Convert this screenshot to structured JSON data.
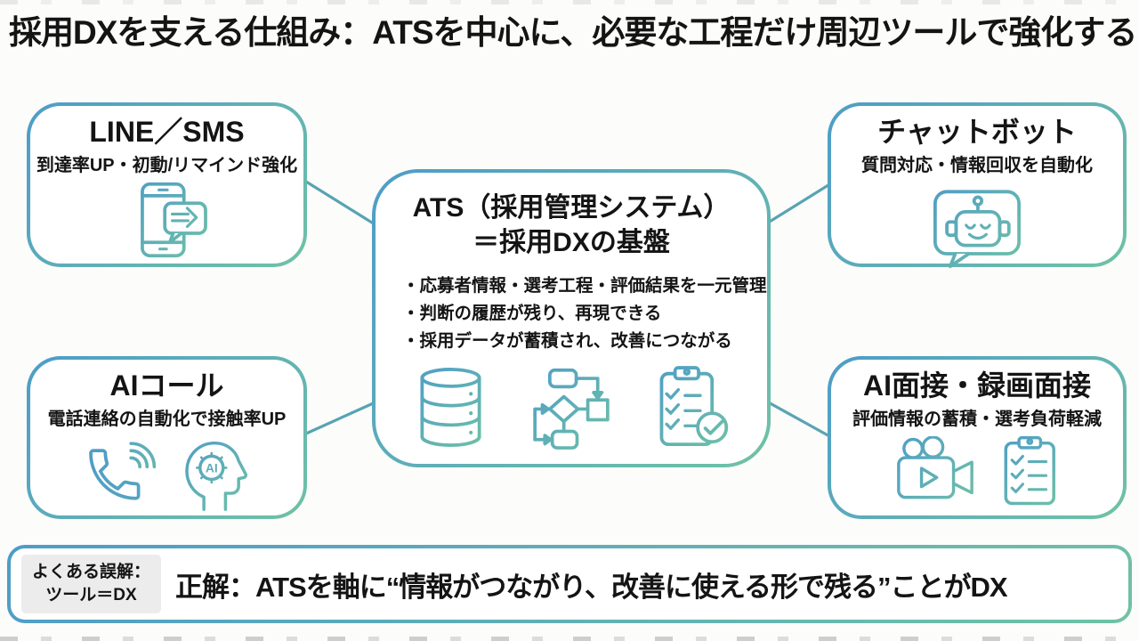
{
  "title": "採用DXを支える仕組み：ATSを中心に、必要な工程だけ周辺ツールで強化する",
  "colors": {
    "accent_blue": "#4E9CC8",
    "accent_green": "#6FC2A5",
    "connector": "#58A3B4",
    "text_black": "#141414",
    "misconception_bg": "#ECECEC",
    "background": "#FCFCFA"
  },
  "cards": {
    "line_sms": {
      "title": "LINE／SMS",
      "subtitle": "到達率UP・初動/リマインド強化",
      "icon": "smartphone-message-icon"
    },
    "chatbot": {
      "title": "チャットボット",
      "subtitle": "質問対応・情報回収を自動化",
      "icon": "chatbot-icon"
    },
    "ai_call": {
      "title": "AIコール",
      "subtitle": "電話連絡の自動化で接触率UP",
      "icons": [
        "phone-call-icon",
        "ai-head-icon"
      ],
      "ai_label": "AI"
    },
    "ai_interview": {
      "title": "AI面接・録画面接",
      "subtitle": "評価情報の蓄積・選考負荷軽減",
      "icons": [
        "video-camera-icon",
        "checklist-icon"
      ]
    },
    "ats": {
      "title_line1": "ATS（採用管理システム）",
      "title_line2": "＝採用DXの基盤",
      "bullets": [
        "・応募者情報・選考工程・評価結果を一元管理",
        "・判断の履歴が残り、再現できる",
        "・採用データが蓄積され、改善につながる"
      ],
      "icons": [
        "database-icon",
        "flowchart-icon",
        "clipboard-check-icon"
      ]
    }
  },
  "footer": {
    "misconception_line1": "よくある誤解：",
    "misconception_line2": "ツール＝DX",
    "answer": "正解：ATSを軸に“情報がつながり、改善に使える形で残る”ことがDX"
  }
}
